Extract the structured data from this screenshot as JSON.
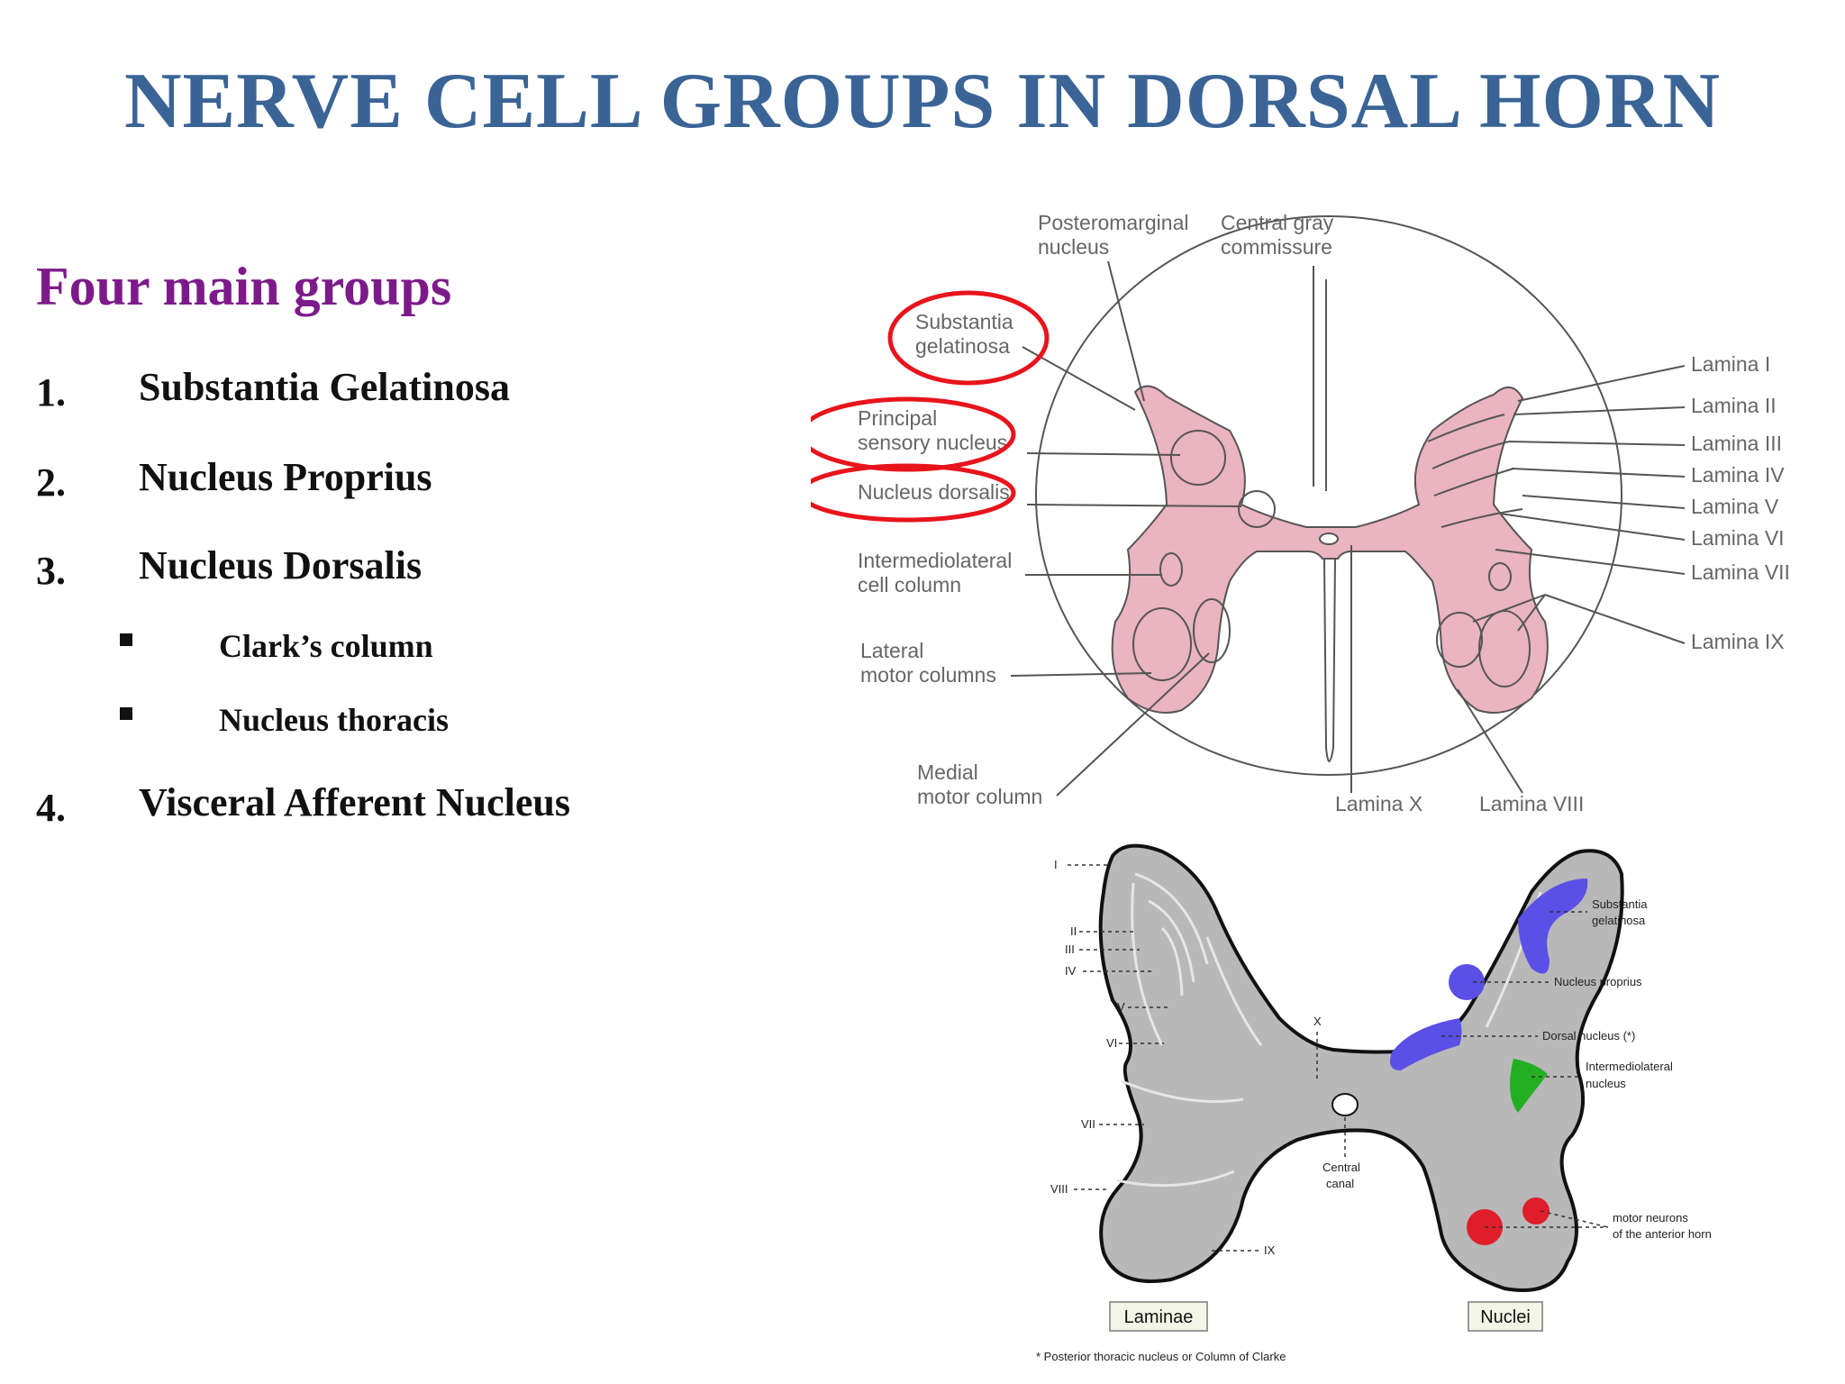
{
  "slide": {
    "title": "NERVE CELL GROUPS IN DORSAL HORN",
    "subtitle": "Four main groups",
    "items": [
      {
        "num": "1.",
        "text": "Substantia Gelatinosa"
      },
      {
        "num": "2.",
        "text": "Nucleus Proprius"
      },
      {
        "num": "3.",
        "text": "Nucleus Dorsalis"
      },
      {
        "num": "4.",
        "text": "Visceral Afferent Nucleus"
      }
    ],
    "subitems": [
      "Clark’s column",
      "Nucleus thoracis"
    ]
  },
  "figure1": {
    "labels": {
      "posteromarginal_1": "Posteromarginal",
      "posteromarginal_2": "nucleus",
      "central_gray_1": "Central gray",
      "central_gray_2": "commissure",
      "sg_1": "Substantia",
      "sg_2": "gelatinosa",
      "principal_1": "Principal",
      "principal_2": "sensory nucleus",
      "dorsalis": "Nucleus dorsalis",
      "iml_1": "Intermediolateral",
      "iml_2": "cell column",
      "lateral_1": "Lateral",
      "lateral_2": "motor columns",
      "medial_1": "Medial",
      "medial_2": "motor column",
      "lamina_x": "Lamina X",
      "lamina_viii": "Lamina VIII",
      "lamina_i": "Lamina I",
      "lamina_ii": "Lamina II",
      "lamina_iii": "Lamina III",
      "lamina_iv": "Lamina IV",
      "lamina_v": "Lamina V",
      "lamina_vi": "Lamina VI",
      "lamina_vii": "Lamina VII",
      "lamina_ix": "Lamina IX"
    },
    "colors": {
      "gray_matter": "#eab4c0",
      "highlight": "#e8141c"
    }
  },
  "figure2": {
    "laminae": [
      "I",
      "II",
      "III",
      "IV",
      "V",
      "VI",
      "VII",
      "VIII",
      "IX"
    ],
    "labels": {
      "x": "X",
      "central_1": "Central",
      "central_2": "canal",
      "sg_1": "Substantia",
      "sg_2": "gelatinosa",
      "proprius": "Nucleus proprius",
      "dorsal": "Dorsal nucleus (*)",
      "iml_1": "Intermediolateral",
      "iml_2": "nucleus",
      "motor_1": "motor neurons",
      "motor_2": "of the anterior horn",
      "laminae_box": "Laminae",
      "nuclei_box": "Nuclei",
      "footnote": "* Posterior thoracic nucleus or Column of Clarke"
    },
    "colors": {
      "gray": "#b8b8b8",
      "blue": "#5a50e6",
      "green": "#22b022",
      "red": "#e01e2a"
    }
  }
}
